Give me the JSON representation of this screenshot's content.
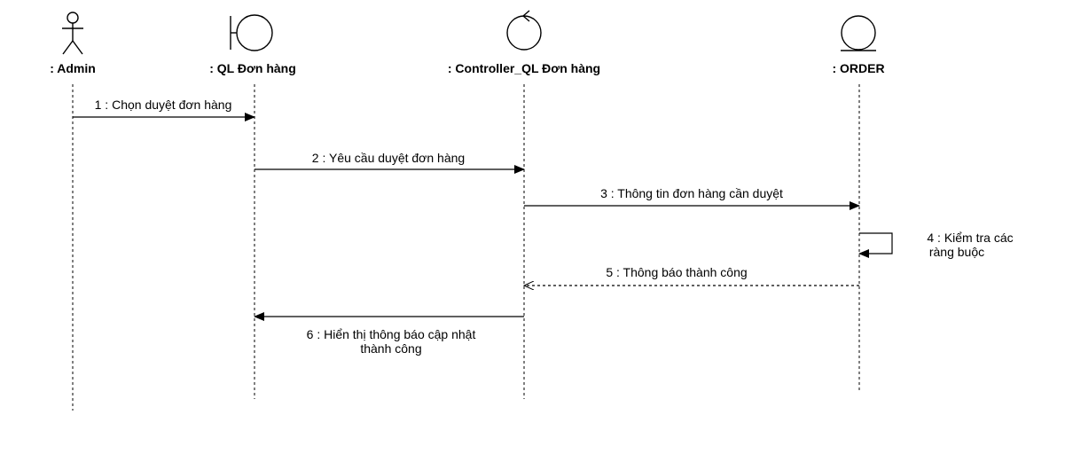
{
  "participants": [
    {
      "kind": "actor",
      "icon": "actor-icon",
      "label": ": Admin"
    },
    {
      "kind": "boundary",
      "icon": "boundary-icon",
      "label": ": QL Đơn hàng"
    },
    {
      "kind": "control",
      "icon": "control-icon",
      "label": ": Controller_QL Đơn hàng"
    },
    {
      "kind": "entity",
      "icon": "entity-icon",
      "label": ": ORDER"
    }
  ],
  "messages": [
    {
      "from": 0,
      "to": 1,
      "style": "sync",
      "lines": [
        "1 : Chọn duyệt đơn hàng"
      ]
    },
    {
      "from": 1,
      "to": 2,
      "style": "sync",
      "lines": [
        "2 : Yêu cầu duyệt đơn hàng"
      ]
    },
    {
      "from": 2,
      "to": 3,
      "style": "sync",
      "lines": [
        "3 : Thông tin đơn hàng cần duyệt"
      ]
    },
    {
      "from": 3,
      "to": 3,
      "style": "self",
      "lines": [
        "4 : Kiểm tra các",
        "ràng buộc"
      ]
    },
    {
      "from": 3,
      "to": 2,
      "style": "return",
      "lines": [
        "5 : Thông báo thành công"
      ]
    },
    {
      "from": 2,
      "to": 1,
      "style": "sync",
      "lines": [
        "6 : Hiển thị thông báo cập nhật",
        "thành công"
      ]
    }
  ]
}
